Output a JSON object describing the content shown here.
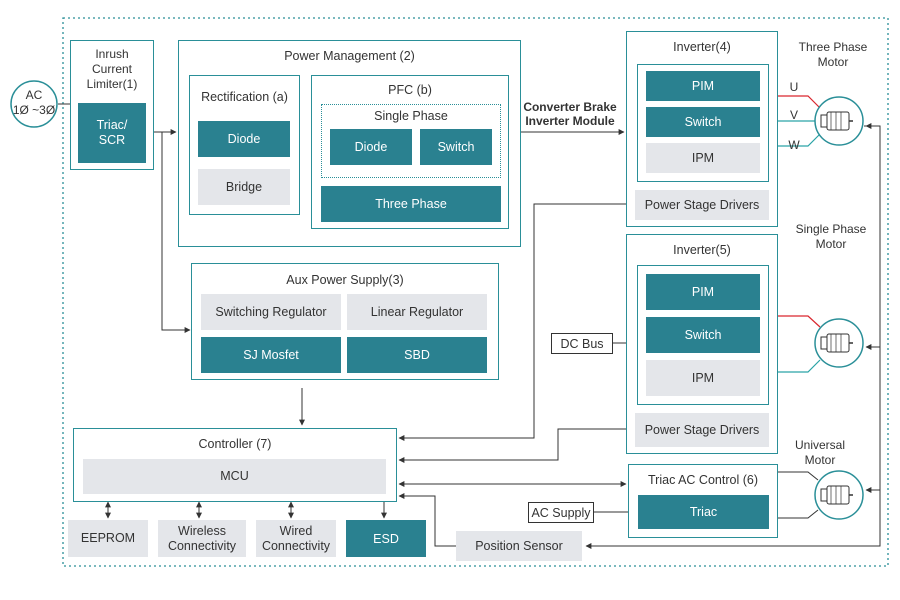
{
  "ac_input": {
    "line1": "AC",
    "line2": "1Ø ~3Ø"
  },
  "inrush": {
    "title": "Inrush Current Limiter(1)",
    "block": "Triac/ SCR"
  },
  "power_mgmt": {
    "title": "Power Management (2)",
    "rectification": {
      "title": "Rectification (a)",
      "diode": "Diode",
      "bridge": "Bridge"
    },
    "pfc": {
      "title": "PFC (b)",
      "single_phase": "Single Phase",
      "diode": "Diode",
      "switch": "Switch",
      "three_phase": "Three Phase"
    }
  },
  "converter_label": "Converter Brake Inverter Module",
  "inverter4": {
    "title": "Inverter(4)",
    "pim": "PIM",
    "switch": "Switch",
    "ipm": "IPM",
    "drivers": "Power Stage Drivers"
  },
  "three_phase_motor": {
    "label": "Three Phase Motor",
    "u": "U",
    "v": "V",
    "w": "W"
  },
  "aux_supply": {
    "title": "Aux Power Supply(3)",
    "switching": "Switching Regulator",
    "linear": "Linear Regulator",
    "sj": "SJ Mosfet",
    "sbd": "SBD"
  },
  "inverter5": {
    "title": "Inverter(5)",
    "pim": "PIM",
    "switch": "Switch",
    "ipm": "IPM",
    "drivers": "Power Stage Drivers"
  },
  "single_phase_motor": {
    "label": "Single Phase Motor"
  },
  "dc_bus": "DC Bus",
  "controller": {
    "title": "Controller (7)",
    "mcu": "MCU"
  },
  "peripherals": {
    "eeprom": "EEPROM",
    "wireless": "Wireless Connectivity",
    "wired": "Wired Connectivity",
    "esd": "ESD"
  },
  "triac_ctrl": {
    "title": "Triac AC Control (6)",
    "triac": "Triac"
  },
  "ac_supply": "AC Supply",
  "universal_motor": {
    "label": "Universal Motor"
  },
  "position_sensor": "Position Sensor",
  "colors": {
    "teal": "#2a8190",
    "frame": "#2a8f98",
    "gray": "#e4e6ea",
    "red": "#d9262e"
  }
}
